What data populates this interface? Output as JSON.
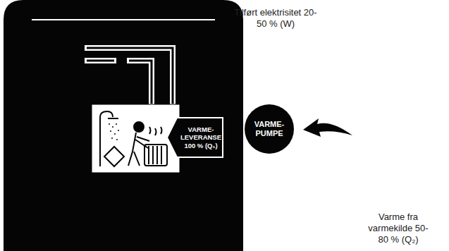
{
  "diagram": {
    "nodes": [
      {
        "text": [
          "VARME- LEVERANSE",
          "100 % (Q₁)"
        ]
      },
      {
        "text": [
          "VARME- PUMPE"
        ]
      }
    ],
    "edges": [
      {
        "from": 1,
        "to": 0,
        "arrow": "none"
      }
    ],
    "labels": [
      "Tilført elektrisitet 20-50 % (W)",
      "Varme fra varmekilde 50-80 % (Q₂)"
    ]
  }
}
